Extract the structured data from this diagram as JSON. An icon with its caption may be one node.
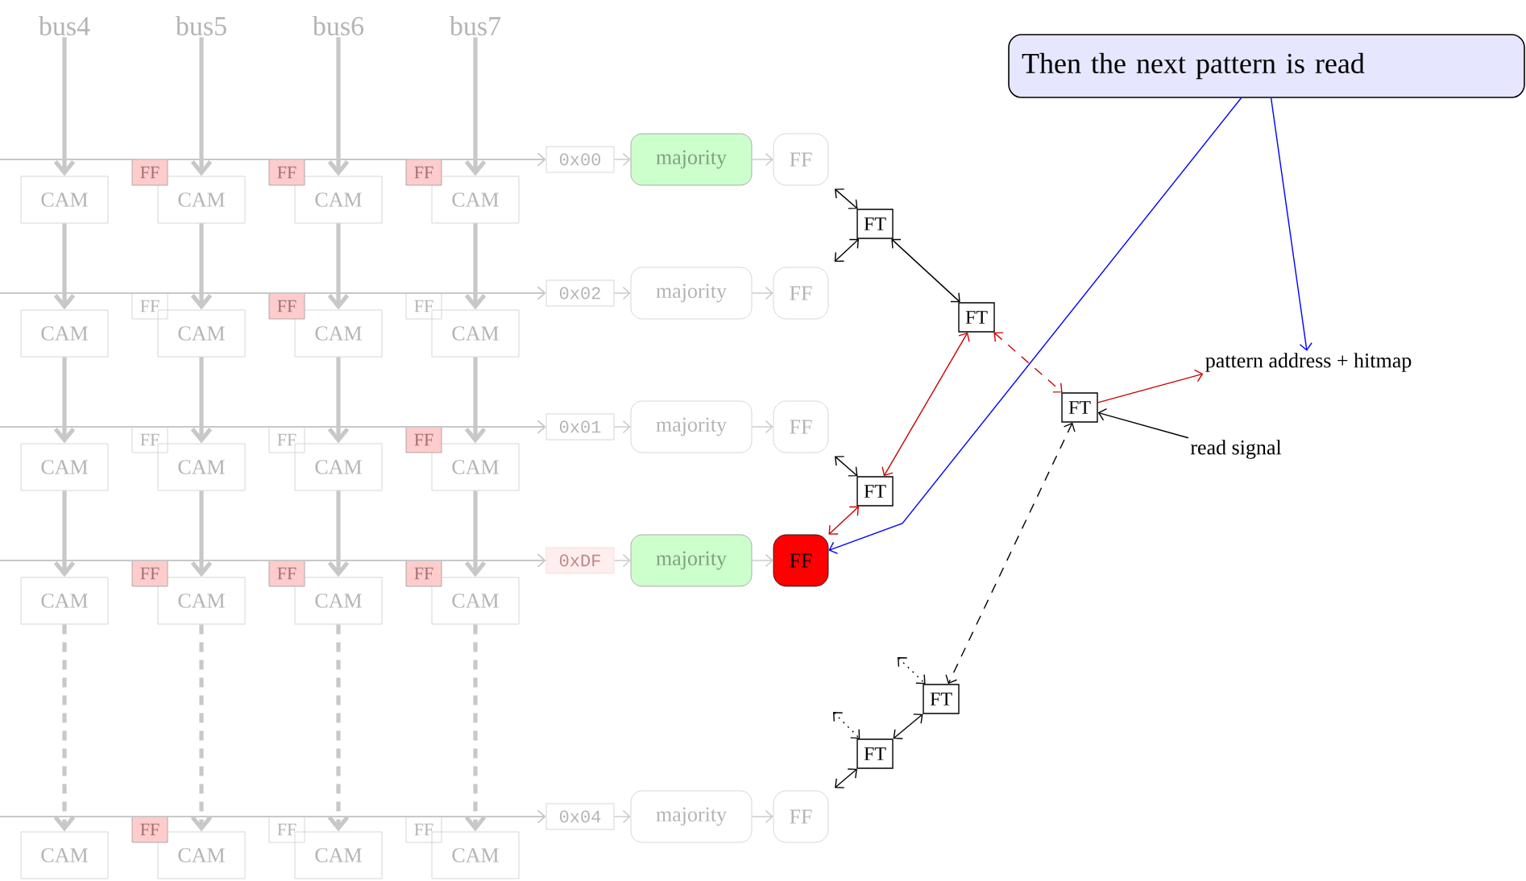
{
  "diagram": {
    "nodes": [
      {
        "text": [
          "bus4"
        ]
      },
      {
        "text": [
          "bus5"
        ]
      },
      {
        "text": [
          "bus6"
        ]
      },
      {
        "text": [
          "bus7"
        ]
      },
      {
        "text": [
          "FF"
        ]
      },
      {
        "text": [
          "FF"
        ]
      },
      {
        "text": [
          "FF"
        ]
      },
      {
        "text": [
          "CAM"
        ]
      },
      {
        "text": [
          "CAM"
        ]
      },
      {
        "text": [
          "CAM"
        ]
      },
      {
        "text": [
          "CAM"
        ]
      },
      {
        "text": [
          "0x00"
        ]
      },
      {
        "text": [
          "majority"
        ]
      },
      {
        "text": [
          "FF"
        ]
      },
      {
        "text": [
          "FF"
        ]
      },
      {
        "text": [
          "FF"
        ]
      },
      {
        "text": [
          "FF"
        ]
      },
      {
        "text": [
          "CAM"
        ]
      },
      {
        "text": [
          "CAM"
        ]
      },
      {
        "text": [
          "CAM"
        ]
      },
      {
        "text": [
          "CAM"
        ]
      },
      {
        "text": [
          "0x02"
        ]
      },
      {
        "text": [
          "majority"
        ]
      },
      {
        "text": [
          "FF"
        ]
      },
      {
        "text": [
          "FF"
        ]
      },
      {
        "text": [
          "FF"
        ]
      },
      {
        "text": [
          "FF"
        ]
      },
      {
        "text": [
          "CAM"
        ]
      },
      {
        "text": [
          "CAM"
        ]
      },
      {
        "text": [
          "CAM"
        ]
      },
      {
        "text": [
          "CAM"
        ]
      },
      {
        "text": [
          "0x01"
        ]
      },
      {
        "text": [
          "majority"
        ]
      },
      {
        "text": [
          "FF"
        ]
      },
      {
        "text": [
          "FF"
        ]
      },
      {
        "text": [
          "FF"
        ]
      },
      {
        "text": [
          "FF"
        ]
      },
      {
        "text": [
          "CAM"
        ]
      },
      {
        "text": [
          "CAM"
        ]
      },
      {
        "text": [
          "CAM"
        ]
      },
      {
        "text": [
          "CAM"
        ]
      },
      {
        "text": [
          "0xDF"
        ]
      },
      {
        "text": [
          "majority"
        ]
      },
      {
        "text": [
          "FF"
        ]
      },
      {
        "text": [
          "FF"
        ]
      },
      {
        "text": [
          "FF"
        ]
      },
      {
        "text": [
          "FF"
        ]
      },
      {
        "text": [
          "CAM"
        ]
      },
      {
        "text": [
          "CAM"
        ]
      },
      {
        "text": [
          "CAM"
        ]
      },
      {
        "text": [
          "CAM"
        ]
      },
      {
        "text": [
          "0x04"
        ]
      },
      {
        "text": [
          "majority"
        ]
      },
      {
        "text": [
          "FF"
        ]
      },
      {
        "text": [
          "Then the next pattern is read"
        ]
      },
      {
        "text": [
          "FT"
        ]
      },
      {
        "text": [
          "FT"
        ]
      },
      {
        "text": [
          "pattern address + hitmap"
        ]
      },
      {
        "text": [
          "FT"
        ]
      },
      {
        "text": [
          "read signal"
        ]
      },
      {
        "text": [
          "FT"
        ]
      },
      {
        "text": [
          "FT"
        ]
      },
      {
        "text": [
          "FT"
        ]
      }
    ],
    "edges": [
      {
        "from": 0,
        "to": 7,
        "arrow": "to",
        "style": "thick"
      },
      {
        "from": 1,
        "to": 8,
        "arrow": "to",
        "style": "thick"
      },
      {
        "from": 2,
        "to": 9,
        "arrow": "to",
        "style": "thick"
      },
      {
        "from": 3,
        "to": 10,
        "arrow": "to",
        "style": "thick"
      },
      {
        "from": 7,
        "to": 17,
        "arrow": "to",
        "style": "thick"
      },
      {
        "from": 8,
        "to": 18,
        "arrow": "to",
        "style": "thick"
      },
      {
        "from": 9,
        "to": 19,
        "arrow": "to",
        "style": "thick"
      },
      {
        "from": 10,
        "to": 20,
        "arrow": "to",
        "style": "thick"
      },
      {
        "from": 17,
        "to": 27,
        "arrow": "to",
        "style": "thick"
      },
      {
        "from": 18,
        "to": 28,
        "arrow": "to",
        "style": "thick"
      },
      {
        "from": 19,
        "to": 29,
        "arrow": "to",
        "style": "thick"
      },
      {
        "from": 20,
        "to": 30,
        "arrow": "to",
        "style": "thick"
      },
      {
        "from": 27,
        "to": 37,
        "arrow": "to",
        "style": "thick"
      },
      {
        "from": 28,
        "to": 38,
        "arrow": "to",
        "style": "thick"
      },
      {
        "from": 29,
        "to": 39,
        "arrow": "to",
        "style": "thick"
      },
      {
        "from": 30,
        "to": 40,
        "arrow": "to",
        "style": "thick"
      },
      {
        "from": 37,
        "to": 47,
        "arrow": "to",
        "style": "dashed"
      },
      {
        "from": 38,
        "to": 48,
        "arrow": "to",
        "style": "dashed"
      },
      {
        "from": 39,
        "to": 49,
        "arrow": "to",
        "style": "dashed"
      },
      {
        "from": 40,
        "to": 50,
        "arrow": "to",
        "style": "dashed"
      },
      {
        "from": null,
        "to": 11,
        "arrow": "to"
      },
      {
        "from": null,
        "to": 21,
        "arrow": "to"
      },
      {
        "from": null,
        "to": 31,
        "arrow": "to"
      },
      {
        "from": null,
        "to": 41,
        "arrow": "to"
      },
      {
        "from": null,
        "to": 51,
        "arrow": "to"
      },
      {
        "from": 11,
        "to": 12,
        "arrow": "to"
      },
      {
        "from": 21,
        "to": 22,
        "arrow": "to"
      },
      {
        "from": 31,
        "to": 32,
        "arrow": "to"
      },
      {
        "from": 41,
        "to": 42,
        "arrow": "to"
      },
      {
        "from": 51,
        "to": 52,
        "arrow": "to"
      },
      {
        "from": 12,
        "to": 13,
        "arrow": "to"
      },
      {
        "from": 22,
        "to": 23,
        "arrow": "to"
      },
      {
        "from": 32,
        "to": 33,
        "arrow": "to"
      },
      {
        "from": 42,
        "to": 43,
        "arrow": "to"
      },
      {
        "from": 52,
        "to": 53,
        "arrow": "to"
      },
      {
        "from": 13,
        "to": 55,
        "arrow": "both",
        "color": "#000000"
      },
      {
        "from": 23,
        "to": 55,
        "arrow": "both",
        "color": "#000000"
      },
      {
        "from": 55,
        "to": 56,
        "arrow": "both",
        "color": "#000000"
      },
      {
        "from": 56,
        "to": 58,
        "arrow": "both",
        "style": "dashed",
        "color": "#cc0000"
      },
      {
        "from": 60,
        "to": 56,
        "arrow": "both",
        "color": "#cc0000"
      },
      {
        "from": 33,
        "to": 60,
        "arrow": "both",
        "color": "#000000"
      },
      {
        "from": 60,
        "to": 43,
        "arrow": "both",
        "color": "#cc0000"
      },
      {
        "from": 58,
        "to": 57,
        "arrow": "to",
        "color": "#cc0000"
      },
      {
        "from": 59,
        "to": 58,
        "arrow": "to",
        "color": "#000000"
      },
      {
        "from": 58,
        "to": 61,
        "arrow": "both",
        "style": "dashed",
        "color": "#000000"
      },
      {
        "from": null,
        "to": 61,
        "arrow": "both",
        "style": "dashed",
        "color": "#000000"
      },
      {
        "from": 61,
        "to": 62,
        "arrow": "both",
        "color": "#000000"
      },
      {
        "from": null,
        "to": 62,
        "arrow": "both",
        "style": "dashed",
        "color": "#000000"
      },
      {
        "from": 53,
        "to": 62,
        "arrow": "both",
        "color": "#000000"
      },
      {
        "from": 54,
        "to": 43,
        "arrow": "to",
        "color": "#0000ff"
      },
      {
        "from": 54,
        "to": 57,
        "arrow": "to",
        "color": "#0000ff"
      }
    ]
  }
}
